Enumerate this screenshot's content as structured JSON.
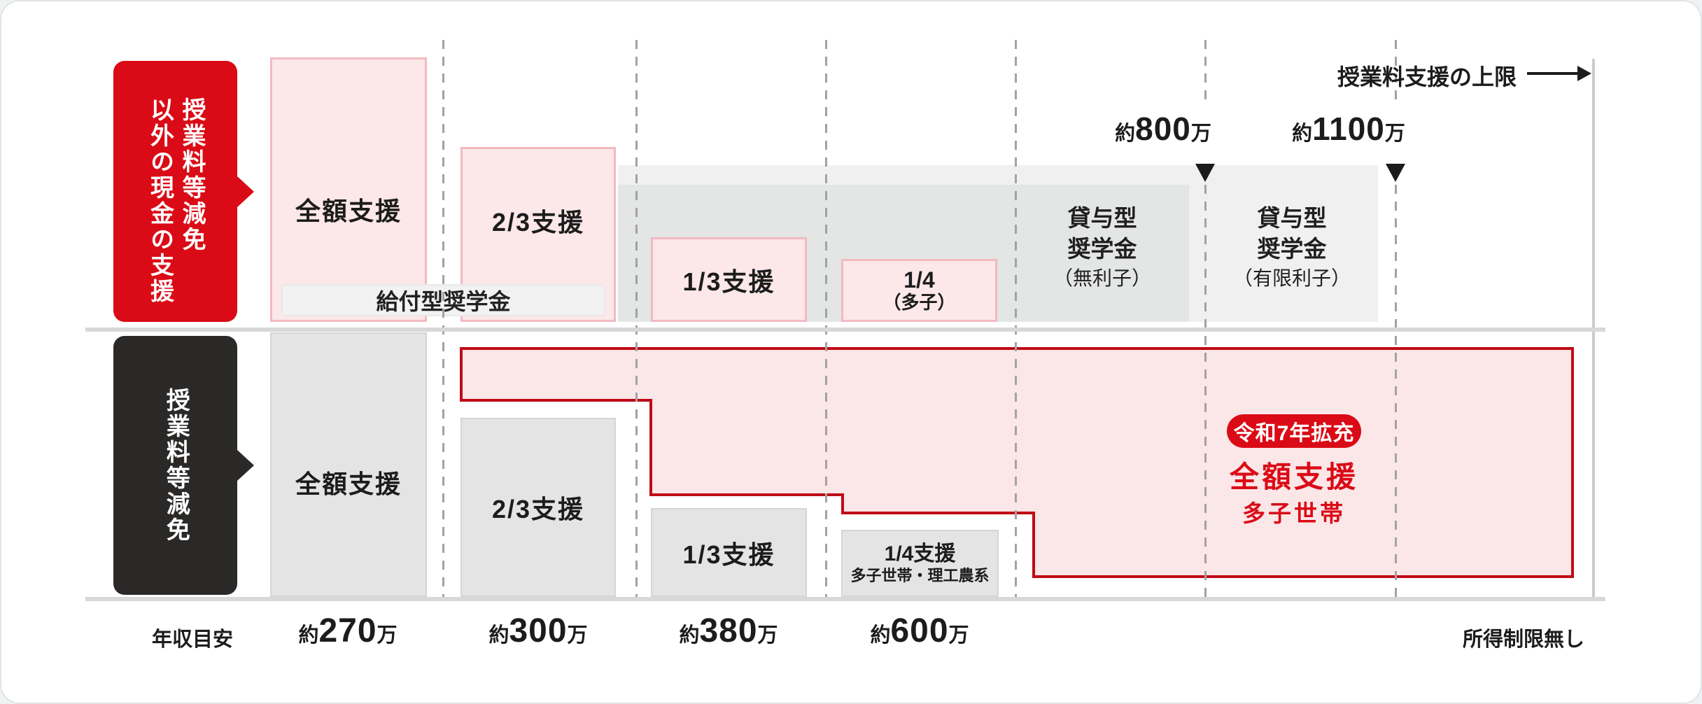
{
  "colors": {
    "accent_red": "#da0b16",
    "step_border_red": "#c00a16",
    "pink_fill": "#fce7e9",
    "gray_box": "#e4e4e4",
    "black_tag": "#2a2928"
  },
  "top_right": {
    "limit_label": "授業料支援の上限"
  },
  "markers": [
    {
      "prefix": "約",
      "value": "800",
      "suffix": "万"
    },
    {
      "prefix": "約",
      "value": "1100",
      "suffix": "万"
    }
  ],
  "row_cash": {
    "label_line1": "授業料等減免",
    "label_line2": "以外の現金の支援",
    "box_full": "全額支援",
    "box_two_thirds": "2/3支援",
    "box_one_third": "1/3支援",
    "box_quarter": "1/4",
    "box_quarter_sub": "（多子）",
    "grant_bar": "給付型奨学金",
    "loan_interest_free": {
      "line1": "貸与型",
      "line2": "奨学金",
      "line3": "（無利子）"
    },
    "loan_with_interest": {
      "line1": "貸与型",
      "line2": "奨学金",
      "line3": "（有限利子）"
    }
  },
  "row_tuition": {
    "label": "授業料等減免",
    "box_full": "全額支援",
    "box_two_thirds": "2/3支援",
    "box_one_third": "1/3支援",
    "box_quarter": "1/4支援",
    "box_quarter_sub": "多子世帯・理工農系",
    "expansion": {
      "badge": "令和7年拡充",
      "title": "全額支援",
      "subtitle": "多子世帯"
    }
  },
  "axis": {
    "title": "年収目安",
    "ticks": [
      {
        "prefix": "約",
        "value": "270",
        "suffix": "万"
      },
      {
        "prefix": "約",
        "value": "300",
        "suffix": "万"
      },
      {
        "prefix": "約",
        "value": "380",
        "suffix": "万"
      },
      {
        "prefix": "約",
        "value": "600",
        "suffix": "万"
      }
    ],
    "no_limit": "所得制限無し"
  }
}
